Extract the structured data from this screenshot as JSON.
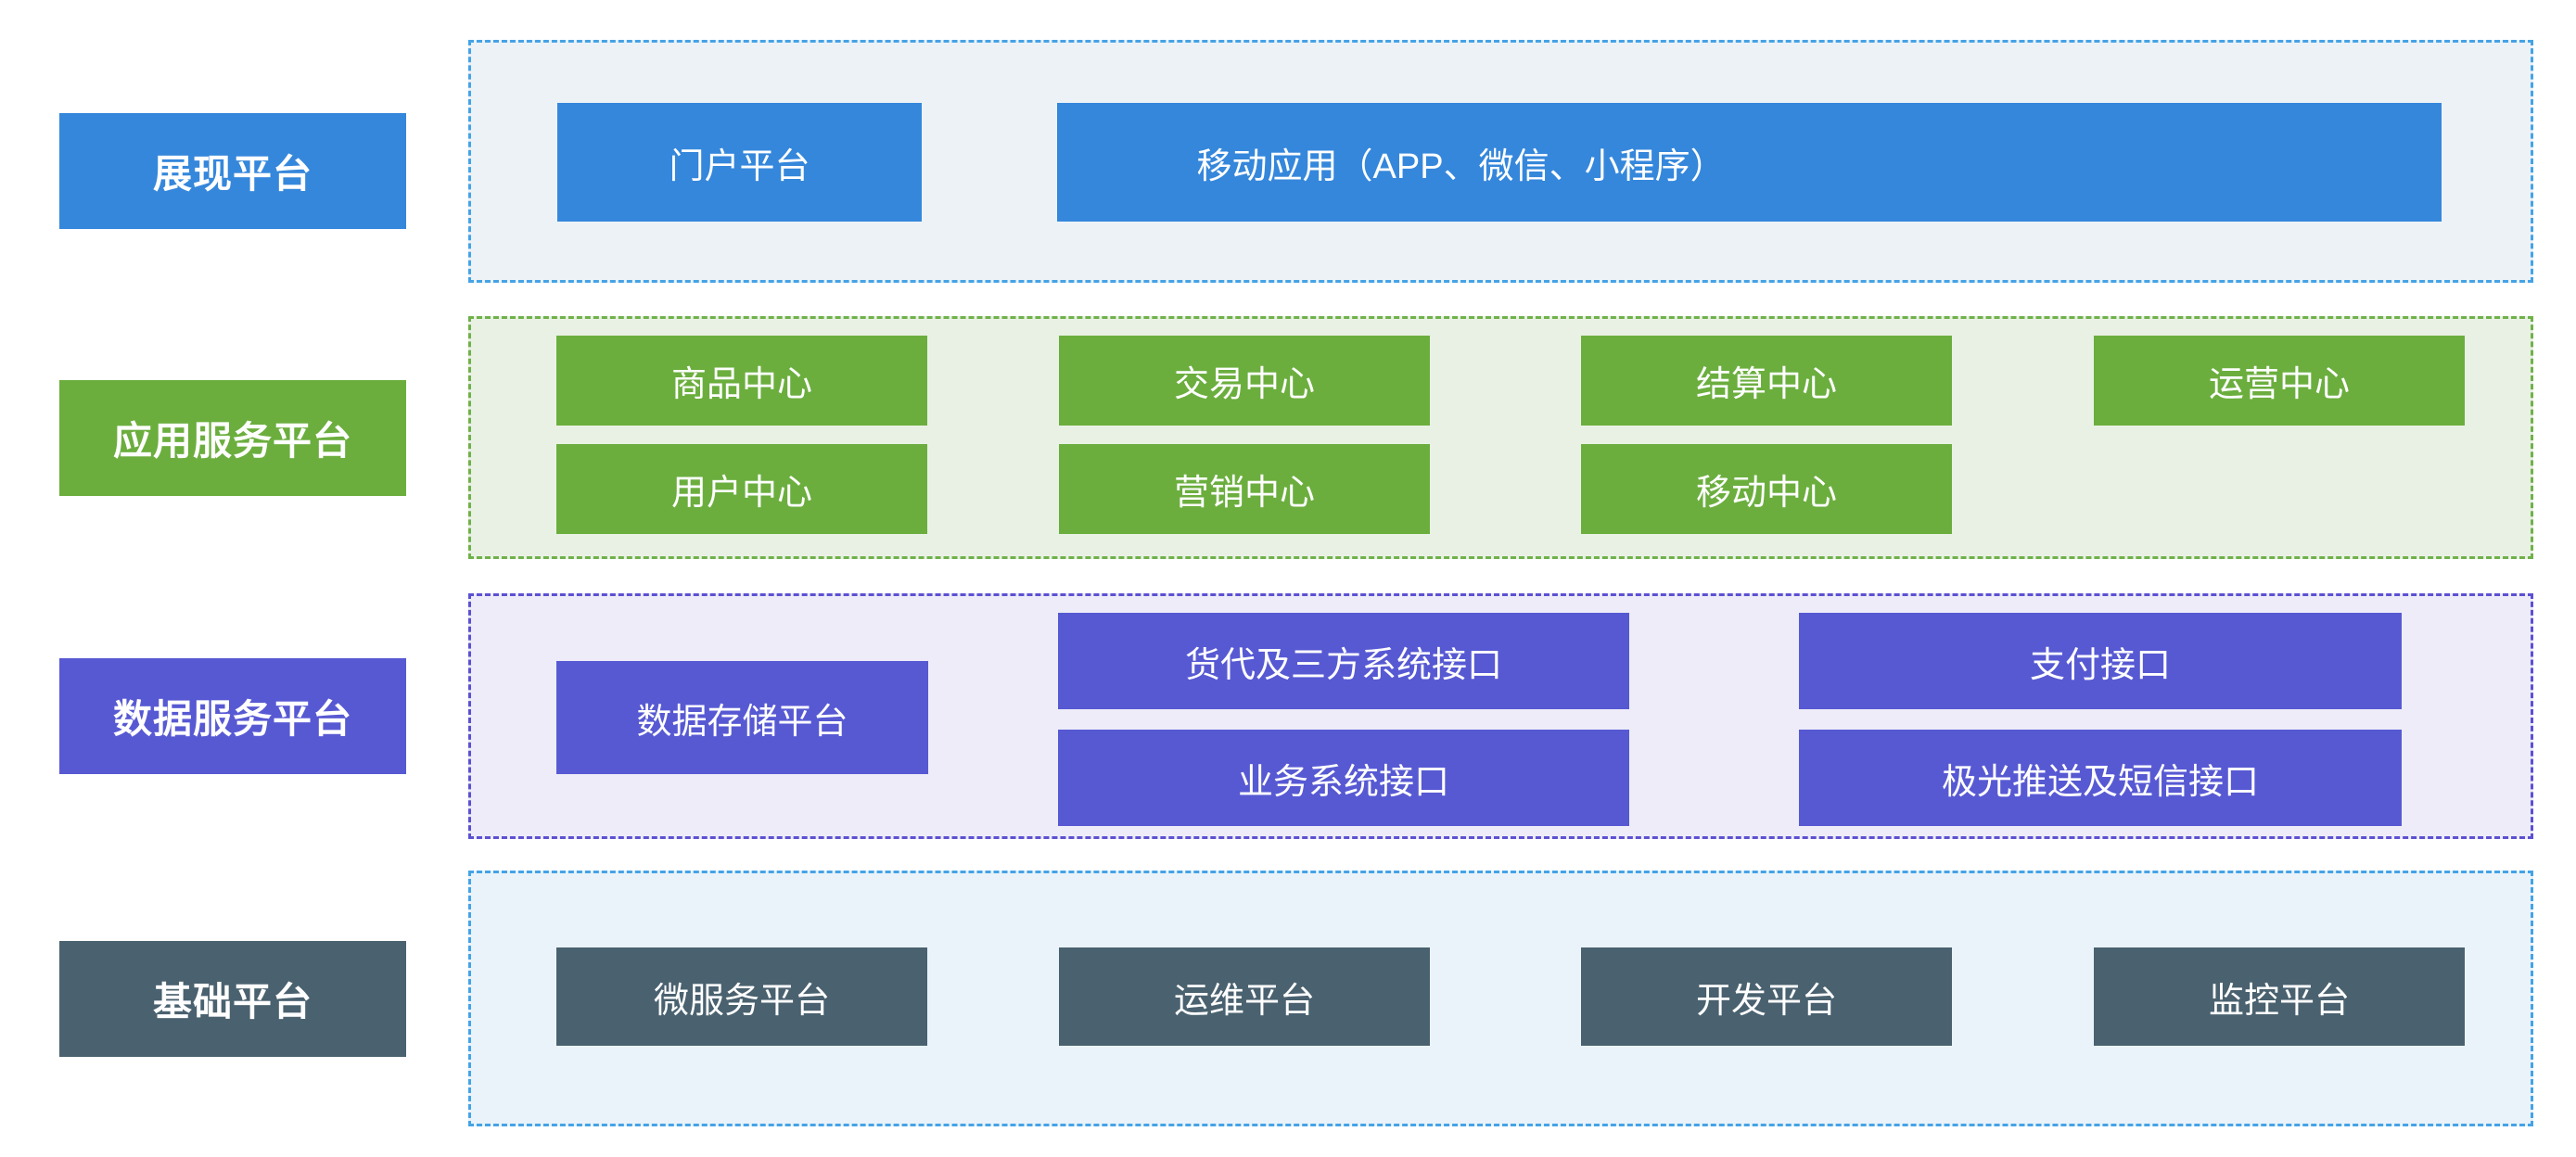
{
  "diagram": {
    "rows": [
      {
        "label": "展现平台",
        "theme": "blue",
        "boxes": [
          {
            "label": "门户平台"
          },
          {
            "label": "移动应用（APP、微信、小程序）"
          }
        ]
      },
      {
        "label": "应用服务平台",
        "theme": "green",
        "boxes": [
          {
            "label": "商品中心"
          },
          {
            "label": "交易中心"
          },
          {
            "label": "结算中心"
          },
          {
            "label": "运营中心"
          },
          {
            "label": "用户中心"
          },
          {
            "label": "营销中心"
          },
          {
            "label": "移动中心"
          }
        ]
      },
      {
        "label": "数据服务平台",
        "theme": "purple",
        "boxes": [
          {
            "label": "数据存储平台"
          },
          {
            "label": "货代及三方系统接口"
          },
          {
            "label": "支付接口"
          },
          {
            "label": "业务系统接口"
          },
          {
            "label": "极光推送及短信接口"
          }
        ]
      },
      {
        "label": "基础平台",
        "theme": "dark",
        "boxes": [
          {
            "label": "微服务平台"
          },
          {
            "label": "运维平台"
          },
          {
            "label": "开发平台"
          },
          {
            "label": "监控平台"
          }
        ]
      }
    ],
    "palette": {
      "blue_box": "#3587db",
      "green_box": "#6bae3e",
      "purple_box": "#5759d3",
      "dark_box": "#4a616f",
      "blue_dash_border": "#45a3e6",
      "green_dash_border": "#6fb14a",
      "purple_dash_border": "#5c50d2",
      "presentation_fill": "#edf2f7",
      "application_fill": "#e9f1e4",
      "data_fill": "#edecf8",
      "basic_fill": "#eaf3fa",
      "box_text": "#ffffff"
    }
  }
}
